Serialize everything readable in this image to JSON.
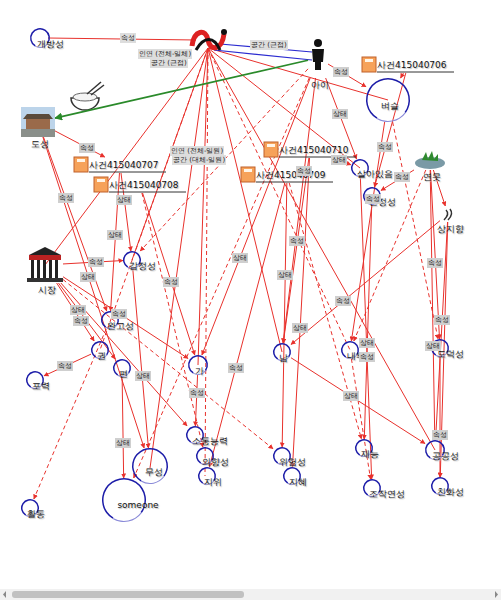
{
  "diagram": {
    "nodes": [
      {
        "text": [
          "개방성"
        ]
      },
      {
        "text": [
          "아이"
        ]
      },
      {
        "text": [
          "사건415040706"
        ]
      },
      {
        "text": [
          "벼슬"
        ]
      },
      {
        "text": [
          "도성"
        ]
      },
      {
        "text": [
          "사건415040707"
        ]
      },
      {
        "text": [
          "사건415040708"
        ]
      },
      {
        "text": [
          "사건415040710"
        ]
      },
      {
        "text": [
          "사건415040709"
        ]
      },
      {
        "text": [
          "연못"
        ]
      },
      {
        "text": [
          "살아있음"
        ]
      },
      {
        "text": [
          "안정성"
        ]
      },
      {
        "text": [
          "상지향"
        ]
      },
      {
        "text": [
          "시장"
        ]
      },
      {
        "text": [
          "감정성"
        ]
      },
      {
        "text": [
          "완고성"
        ]
      },
      {
        "text": [
          "권"
        ]
      },
      {
        "text": [
          "편"
        ]
      },
      {
        "text": [
          "포력"
        ]
      },
      {
        "text": [
          "가"
        ]
      },
      {
        "text": [
          "남"
        ]
      },
      {
        "text": [
          "내부자"
        ]
      },
      {
        "text": [
          "도덕성"
        ]
      },
      {
        "text": [
          "소통능력"
        ]
      },
      {
        "text": [
          "의향성"
        ]
      },
      {
        "text": [
          "지위"
        ]
      },
      {
        "text": [
          "위험성"
        ]
      },
      {
        "text": [
          "지혜"
        ]
      },
      {
        "text": [
          "재능"
        ]
      },
      {
        "text": [
          "공공성"
        ]
      },
      {
        "text": [
          "무성"
        ]
      },
      {
        "text": [
          "someone"
        ]
      },
      {
        "text": [
          "조작연성"
        ]
      },
      {
        "text": [
          "친화성"
        ]
      },
      {
        "text": [
          "활동"
        ]
      }
    ],
    "edges": [
      {
        "from": 1,
        "to": 3,
        "arrow": "to",
        "label": "속성"
      },
      {
        "from": 1,
        "to": 10,
        "arrow": "to",
        "label": "상태"
      },
      {
        "from": 1,
        "to": 14,
        "arrow": "to"
      },
      {
        "from": 1,
        "to": 19,
        "arrow": "to",
        "label": "상태"
      },
      {
        "from": 1,
        "to": 20,
        "arrow": "to",
        "label": "속성"
      },
      {
        "from": 1,
        "to": 31,
        "arrow": "to"
      },
      {
        "from": 1,
        "to": 4,
        "arrow": "to"
      },
      {
        "from": 4,
        "to": 5,
        "arrow": "to",
        "label": "속성"
      },
      {
        "from": 4,
        "to": 15,
        "arrow": "to",
        "label": "속성"
      },
      {
        "from": 4,
        "to": 30,
        "arrow": "to",
        "label": "상태"
      },
      {
        "from": 13,
        "to": 14,
        "arrow": "to",
        "label": "속성"
      },
      {
        "from": 13,
        "to": 16,
        "arrow": "to",
        "label": "속성"
      },
      {
        "from": 13,
        "to": 17,
        "arrow": "to",
        "label": "상태"
      },
      {
        "from": 13,
        "to": 19,
        "arrow": "to",
        "label": "속성"
      },
      {
        "from": 13,
        "to": 26,
        "arrow": "to"
      },
      {
        "from": 13,
        "to": 23,
        "arrow": "to",
        "label": "상태"
      },
      {
        "from": 9,
        "to": 11,
        "arrow": "to",
        "label": "속성"
      },
      {
        "from": 9,
        "to": 12,
        "arrow": "to"
      },
      {
        "from": 9,
        "to": 22,
        "arrow": "to",
        "label": "속성"
      },
      {
        "from": 9,
        "to": 29,
        "arrow": "to",
        "label": "상태"
      },
      {
        "from": 9,
        "to": 21,
        "arrow": "to"
      },
      {
        "from": 12,
        "to": 29,
        "arrow": "to",
        "label": "속성"
      },
      {
        "from": 12,
        "to": 33,
        "arrow": "to"
      },
      {
        "from": 12,
        "to": 20,
        "arrow": "to",
        "label": "속성"
      },
      {
        "from": 5,
        "to": 14,
        "arrow": "to",
        "label": "상태"
      },
      {
        "from": 5,
        "to": 15,
        "arrow": "to",
        "label": "상태"
      },
      {
        "from": 6,
        "to": 19,
        "arrow": "to",
        "label": "속성"
      },
      {
        "from": 6,
        "to": 24,
        "arrow": "to"
      },
      {
        "from": 7,
        "to": 10,
        "arrow": "to",
        "label": "상태"
      },
      {
        "from": 7,
        "to": 20,
        "arrow": "to",
        "label": "속성"
      },
      {
        "from": 7,
        "to": 27,
        "arrow": "to",
        "label": "상태"
      },
      {
        "from": 8,
        "to": 25,
        "arrow": "to",
        "label": "속성"
      },
      {
        "from": 8,
        "to": 26,
        "arrow": "to",
        "label": "상태"
      },
      {
        "from": 8,
        "to": 28,
        "arrow": "to"
      },
      {
        "from": 2,
        "to": 3,
        "arrow": "to"
      },
      {
        "from": 2,
        "to": 11,
        "arrow": "to",
        "label": "속성"
      },
      {
        "from": 3,
        "to": 21,
        "arrow": "to",
        "label": "속성"
      },
      {
        "from": 3,
        "to": 22,
        "arrow": "to"
      },
      {
        "from": 10,
        "to": 32,
        "arrow": "to",
        "label": "상태"
      },
      {
        "from": 11,
        "to": 28,
        "arrow": "to",
        "label": "속성"
      },
      {
        "from": 14,
        "to": 30,
        "arrow": "to"
      },
      {
        "from": 15,
        "to": 34,
        "arrow": "to"
      },
      {
        "from": 16,
        "to": 18,
        "arrow": "to",
        "label": "속성"
      },
      {
        "from": 17,
        "to": 31,
        "arrow": "to",
        "label": "상태"
      },
      {
        "from": 19,
        "to": 23,
        "arrow": "to",
        "label": "속성"
      },
      {
        "from": 20,
        "to": 29,
        "arrow": "to",
        "label": "상태"
      },
      {
        "from": 21,
        "to": 32,
        "arrow": "to"
      },
      {
        "from": 22,
        "to": 33,
        "arrow": "to",
        "label": "속성"
      }
    ],
    "labels": [
      "속성",
      "인연 (전체-일체)",
      "공간 (근접)",
      "공간 (근접)",
      "인연 (전체-일원)",
      "공간 (대체-일원)"
    ]
  }
}
